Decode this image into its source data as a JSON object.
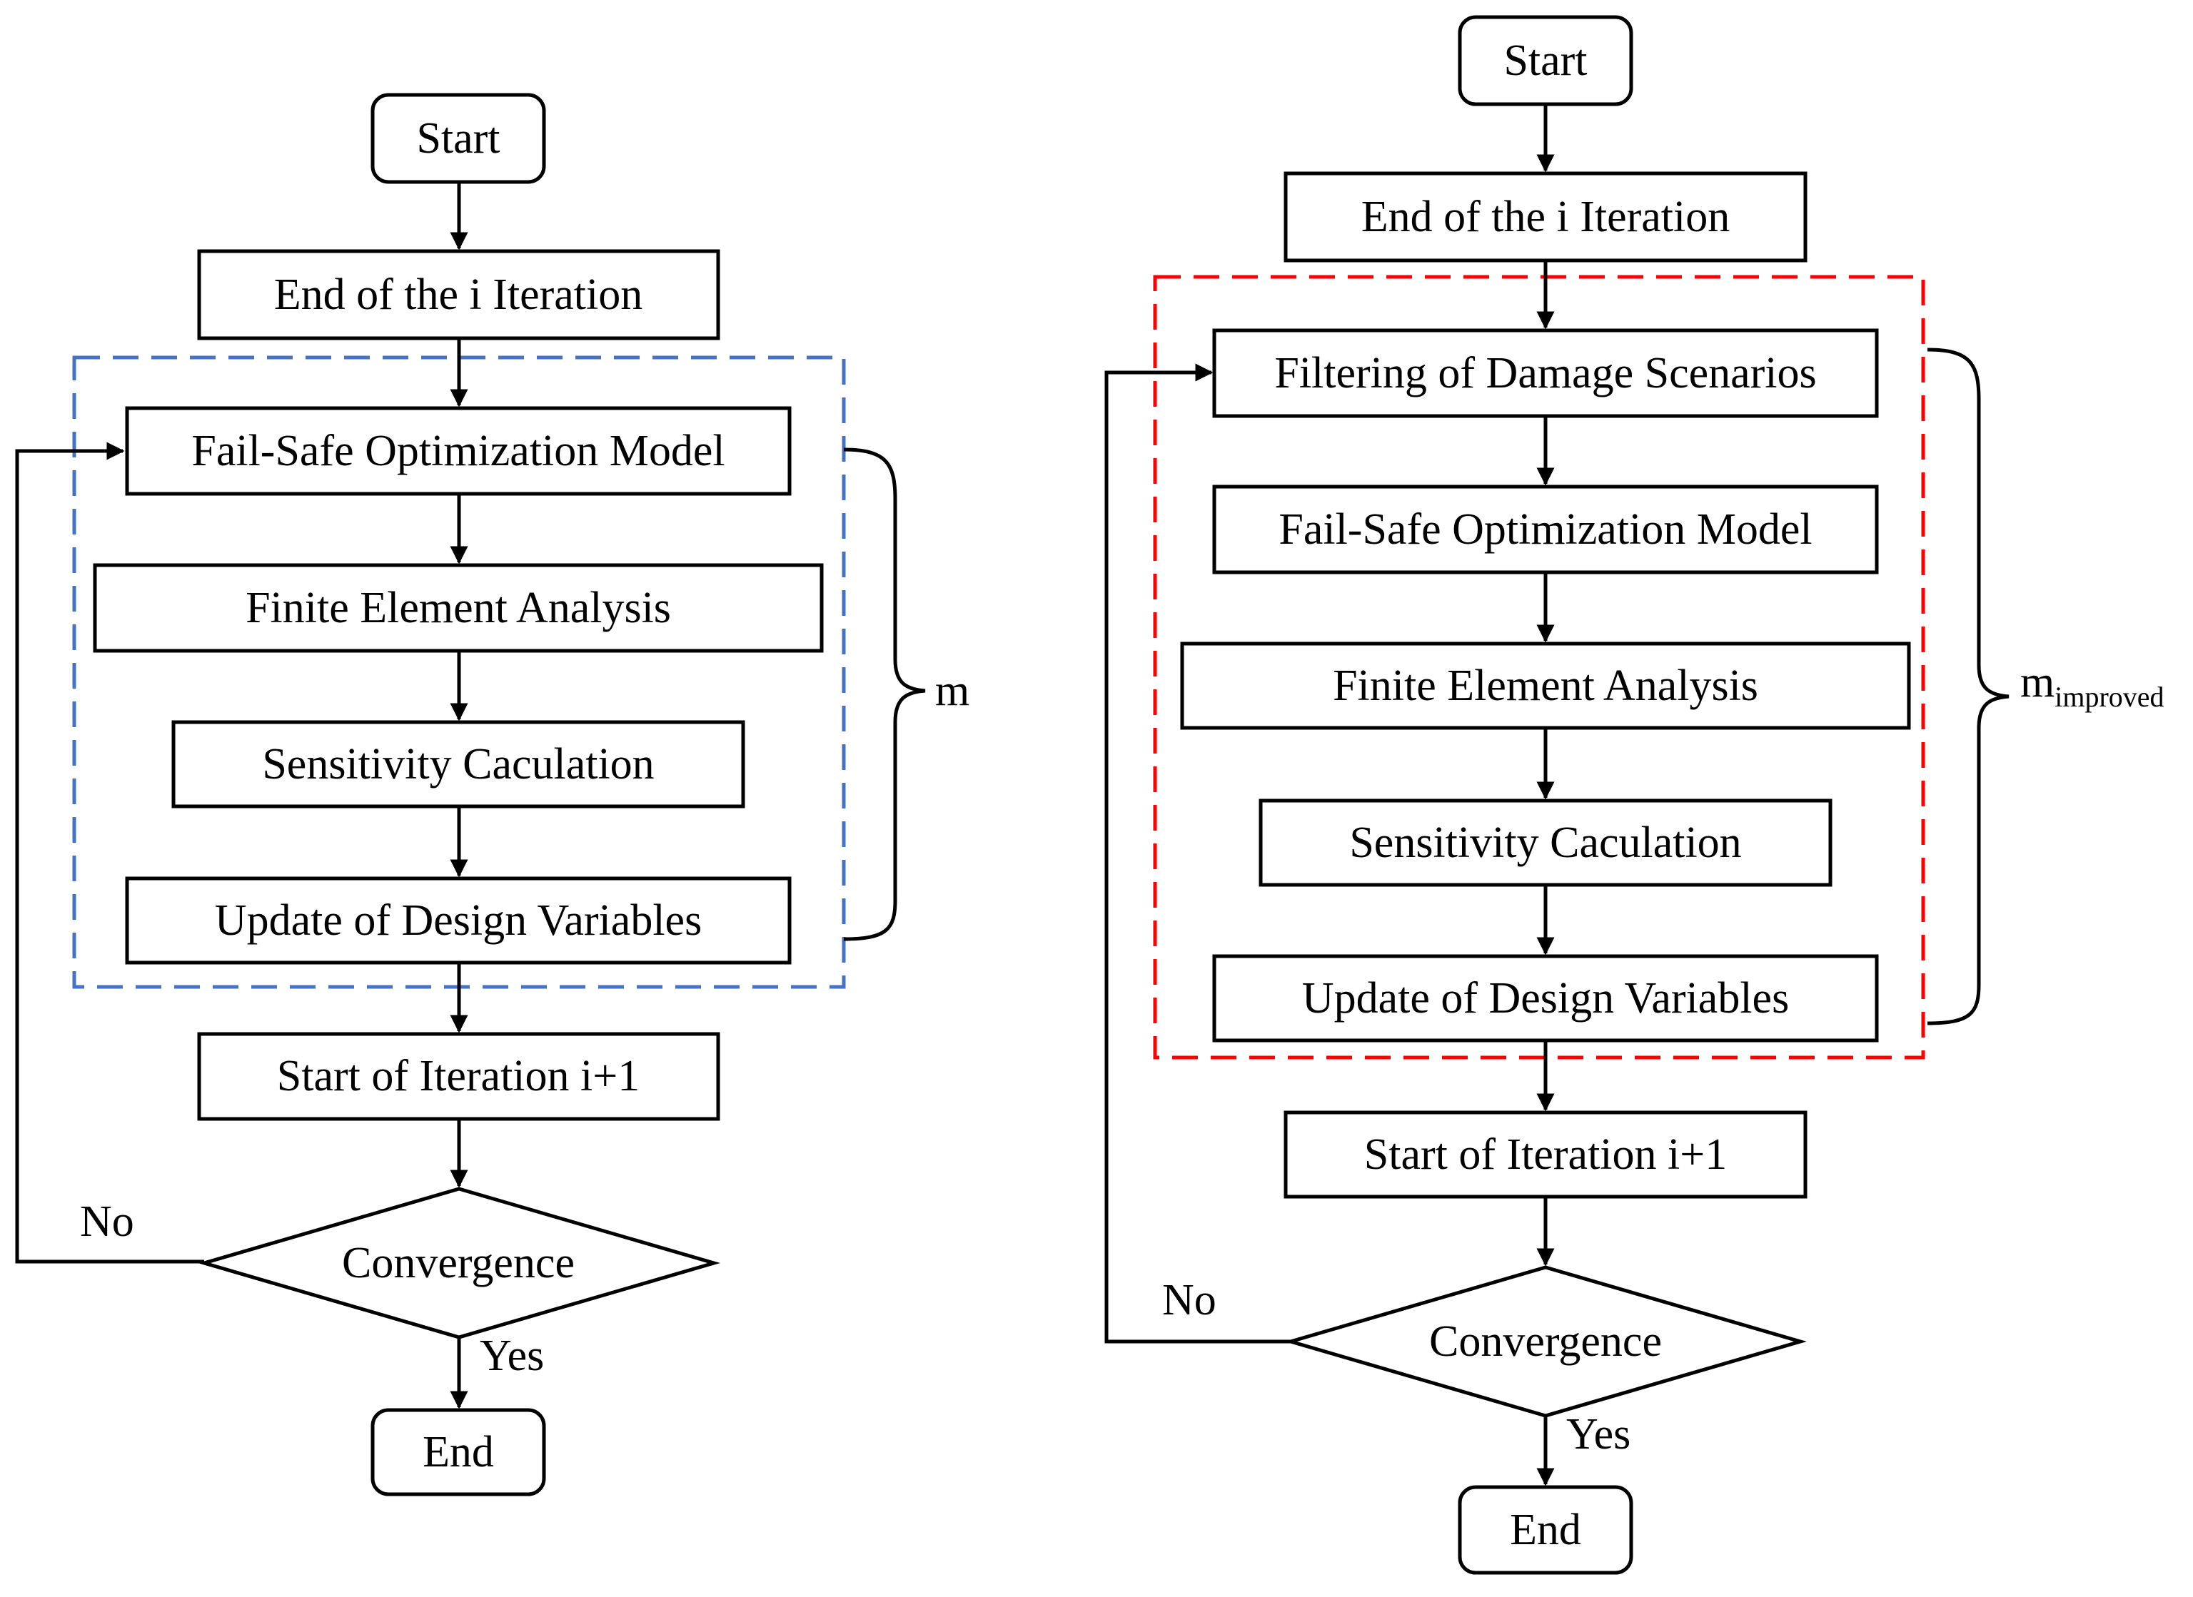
{
  "left": {
    "start": "Start",
    "end_of_iteration": "End of the i Iteration",
    "fail_safe_model": "Fail-Safe Optimization Model",
    "finite_element": "Finite Element Analysis",
    "sensitivity": "Sensitivity Caculation",
    "update_variables": "Update of Design Variables",
    "start_next": "Start of Iteration i+1",
    "convergence": "Convergence",
    "no": "No",
    "yes": "Yes",
    "end": "End",
    "brace_label": "m",
    "dashed_color": "#4472C4"
  },
  "right": {
    "start": "Start",
    "end_of_iteration": "End of the i Iteration",
    "filtering": "Filtering of Damage Scenarios",
    "fail_safe_model": "Fail-Safe Optimization Model",
    "finite_element": "Finite Element Analysis",
    "sensitivity": "Sensitivity Caculation",
    "update_variables": "Update of  Design Variables",
    "start_next": "Start of Iteration i+1",
    "convergence": "Convergence",
    "no": "No",
    "yes": "Yes",
    "end": "End",
    "brace_label": "m",
    "brace_subscript": "improved",
    "dashed_color": "#FF0000"
  }
}
